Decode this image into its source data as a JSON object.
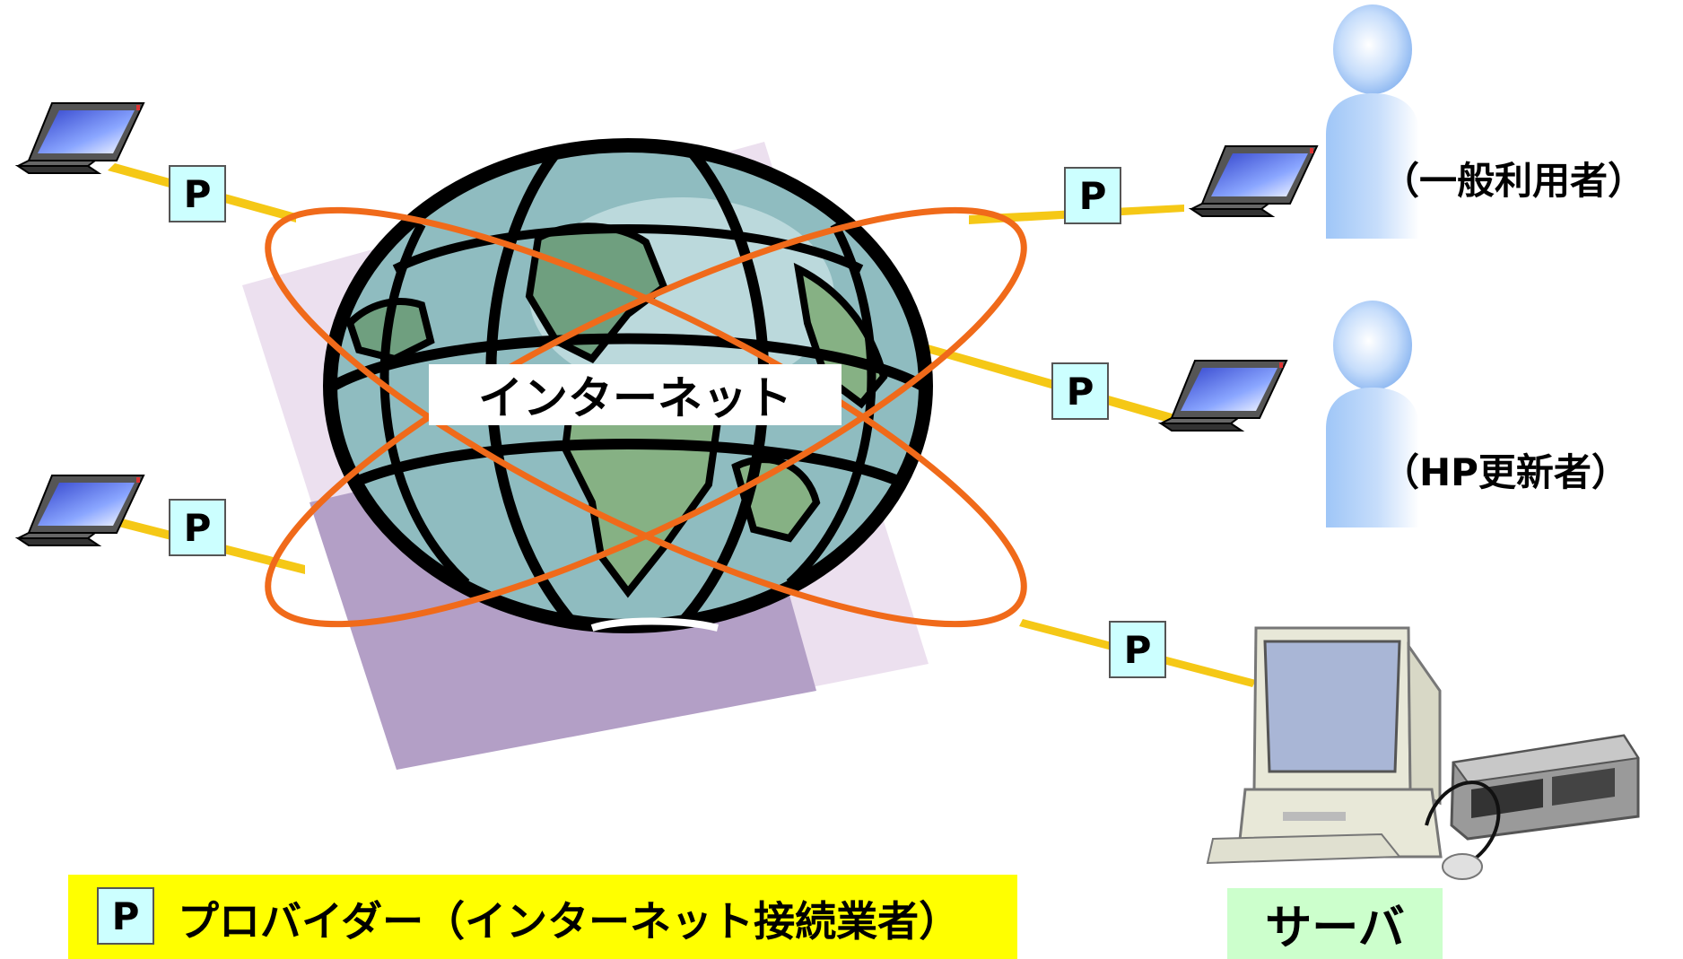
{
  "diagram": {
    "center_label": "インターネット",
    "provider_symbol": "P",
    "user_general_label": "（一般利用者）",
    "user_hp_label": "（HP更新者）",
    "server_label": "サーバ",
    "legend_text": "プロバイダー（インターネット接続業者）"
  },
  "colors": {
    "globe_ocean": "#8fbcc0",
    "globe_land": "#6f9f7f",
    "orbit": "#f06a1a",
    "backdrop_light": "#ece0ef",
    "backdrop_dark": "#b39fc6",
    "provider_box": "#ccffff",
    "connection": "#f5c816",
    "legend_bg": "#ffff00",
    "server_label_bg": "#ccffcc",
    "person_body": "#9fc6f7"
  },
  "icons": [
    "laptop-icon",
    "person-icon",
    "server-icon",
    "globe-icon"
  ]
}
